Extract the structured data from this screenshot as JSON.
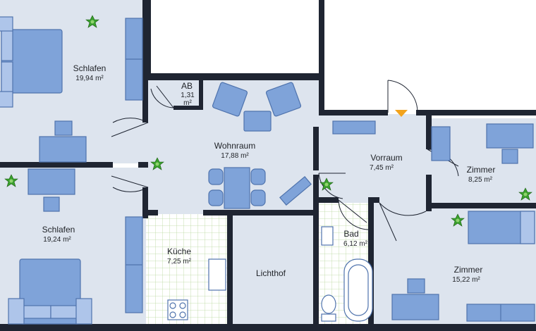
{
  "rooms": {
    "schlafen_top": {
      "name": "Schlafen",
      "area": "19,94 m²"
    },
    "ab": {
      "name": "AB",
      "area_line1": "1,31",
      "area_line2": "m²"
    },
    "wohnraum": {
      "name": "Wohnraum",
      "area": "17,88 m²"
    },
    "vorraum": {
      "name": "Vorraum",
      "area": "7,45 m²"
    },
    "zimmer_right": {
      "name": "Zimmer",
      "area": "8,25 m²"
    },
    "schlafen_bottom": {
      "name": "Schlafen",
      "area": "19,24 m²"
    },
    "kueche": {
      "name": "Küche",
      "area": "7,25 m²"
    },
    "lichthof": {
      "name": "Lichthof"
    },
    "bad": {
      "name": "Bad",
      "area": "6,12 m²"
    },
    "zimmer_bottom": {
      "name": "Zimmer",
      "area": "15,22 m²"
    }
  },
  "colors": {
    "floor": "#dde4ee",
    "wall": "#1f2532",
    "furniture": "#7fa3d9",
    "furniture_stroke": "#4f73ad",
    "tile": "#ffffff",
    "tile_line": "#b9d89c",
    "plant": "#3aa02d",
    "entry_marker": "#f2a31c"
  },
  "icons": [
    "plant-icon",
    "entry-arrow-icon",
    "bed-icon",
    "sofa-icon",
    "armchair-icon",
    "table-icon",
    "chair-icon",
    "wardrobe-icon",
    "desk-icon",
    "stove-icon",
    "sink-icon",
    "bathtub-icon",
    "toilet-icon",
    "tv-icon"
  ]
}
